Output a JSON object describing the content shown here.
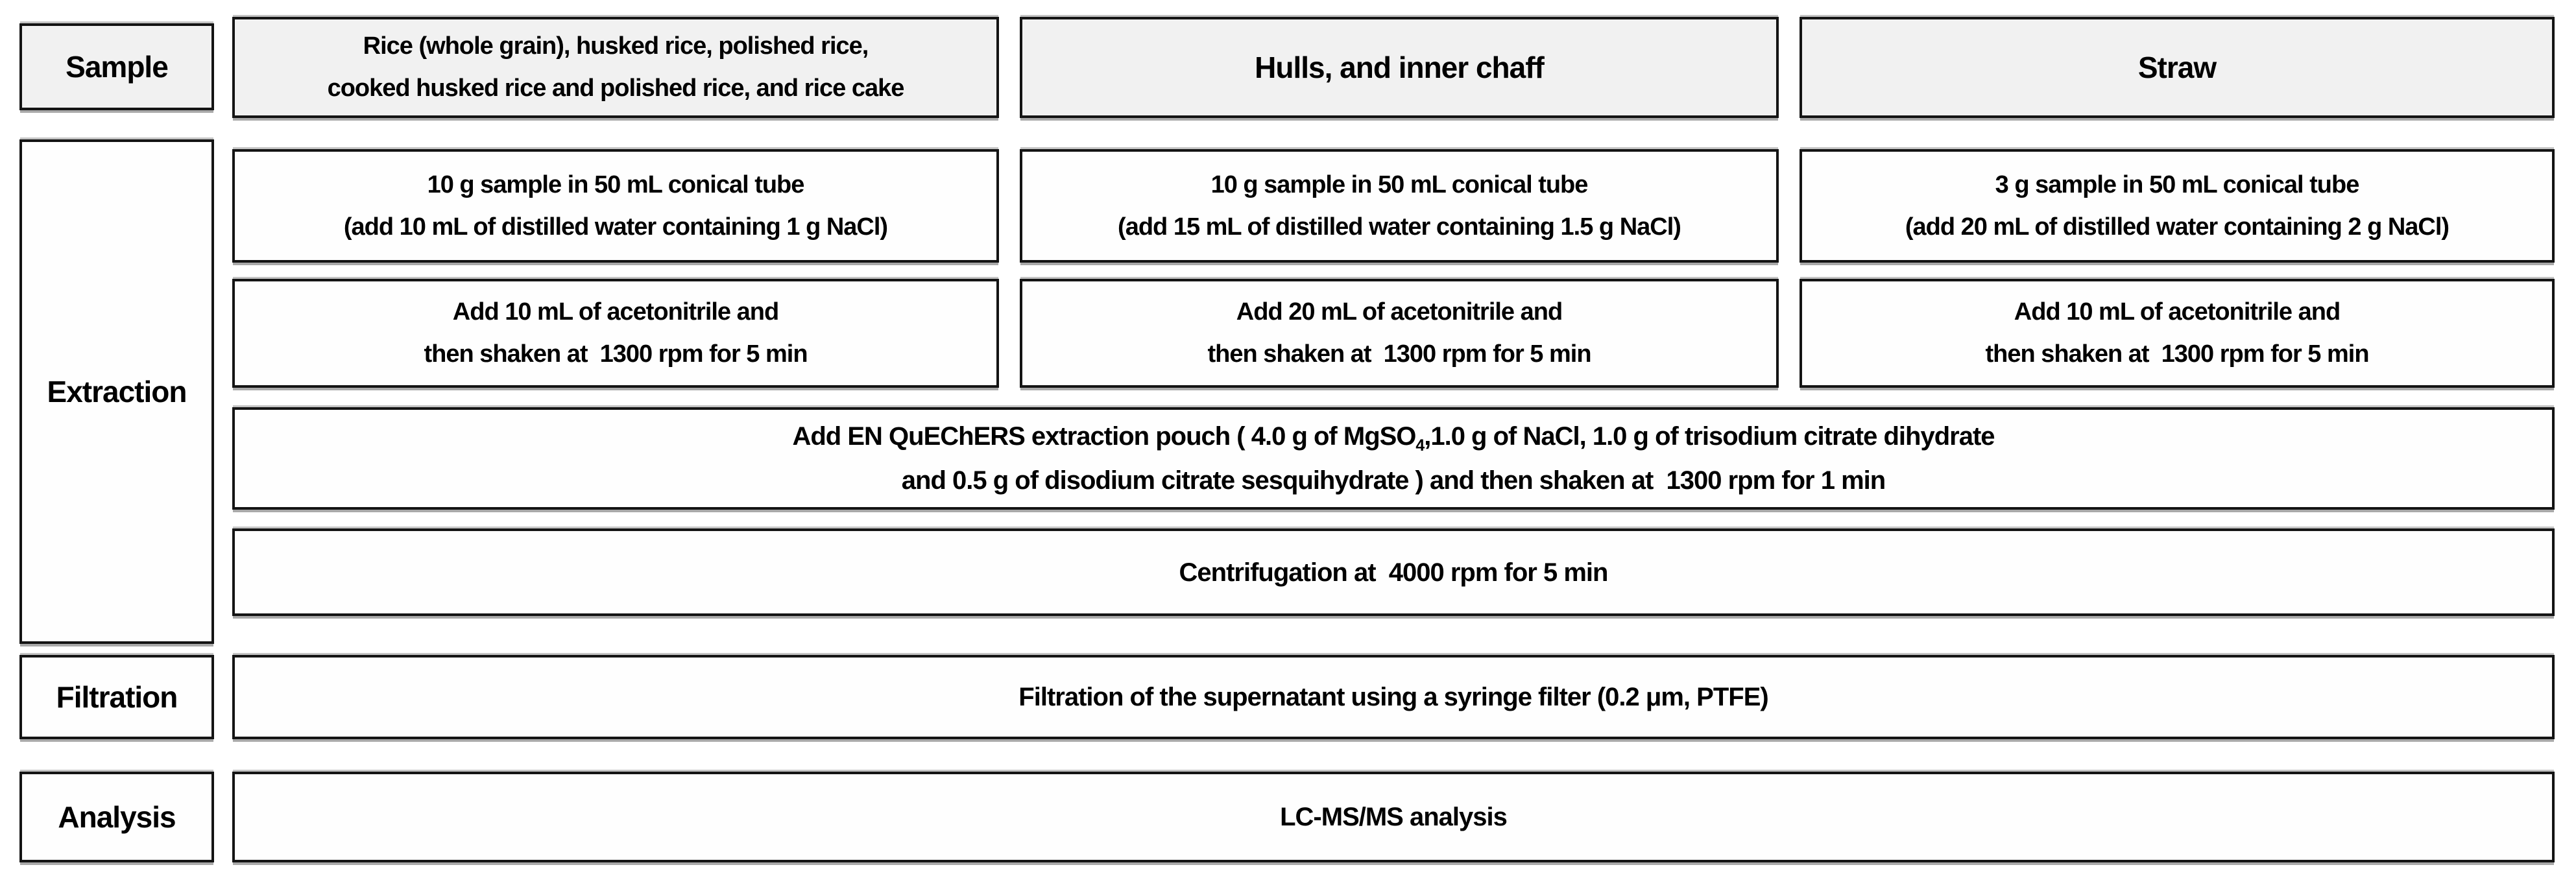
{
  "figure": {
    "colors": {
      "border": "#141414",
      "header_fill": "#f1f1f1",
      "box_fill": "#fefefe",
      "background": "#ffffff"
    },
    "sample": {
      "label": "Sample",
      "col1_line1": "Rice (whole grain), husked rice, polished rice,",
      "col1_line2": "cooked husked rice and polished rice, and rice cake",
      "col2": "Hulls, and inner chaff",
      "col3": "Straw"
    },
    "extraction": {
      "label": "Extraction",
      "step1": {
        "col1_line1": "10 g sample in 50 mL conical tube",
        "col1_line2": "(add 10 mL of distilled water containing 1 g NaCl)",
        "col2_line1": "10 g sample in 50 mL conical tube",
        "col2_line2": "(add 15 mL of distilled water containing 1.5 g NaCl)",
        "col3_line1": "3 g sample in 50 mL conical tube",
        "col3_line2": "(add 20 mL of distilled water containing 2 g NaCl)"
      },
      "step2": {
        "col1_line1": "Add 10 mL of acetonitrile and",
        "col1_line2": "then shaken at  1300 rpm for 5 min",
        "col2_line1": "Add 20 mL of acetonitrile and",
        "col2_line2": "then shaken at  1300 rpm for 5 min",
        "col3_line1": "Add 10 mL of acetonitrile and",
        "col3_line2": "then shaken at  1300 rpm for 5 min"
      },
      "step3": {
        "line1_before_sub": "Add EN QuEChERS extraction pouch ( 4.0 g of MgSO",
        "line1_sub": "4",
        "line1_after_sub": ",1.0 g of NaCl, 1.0 g of trisodium citrate dihydrate",
        "line2": "and 0.5 g of disodium citrate sesquihydrate ) and then shaken at  1300 rpm for 1 min"
      },
      "step4": "Centrifugation at  4000 rpm for 5 min"
    },
    "filtration": {
      "label": "Filtration",
      "text": "Filtration of the supernatant using a syringe filter (0.2 μm, PTFE)"
    },
    "analysis": {
      "label": "Analysis",
      "text": "LC-MS/MS analysis"
    }
  }
}
